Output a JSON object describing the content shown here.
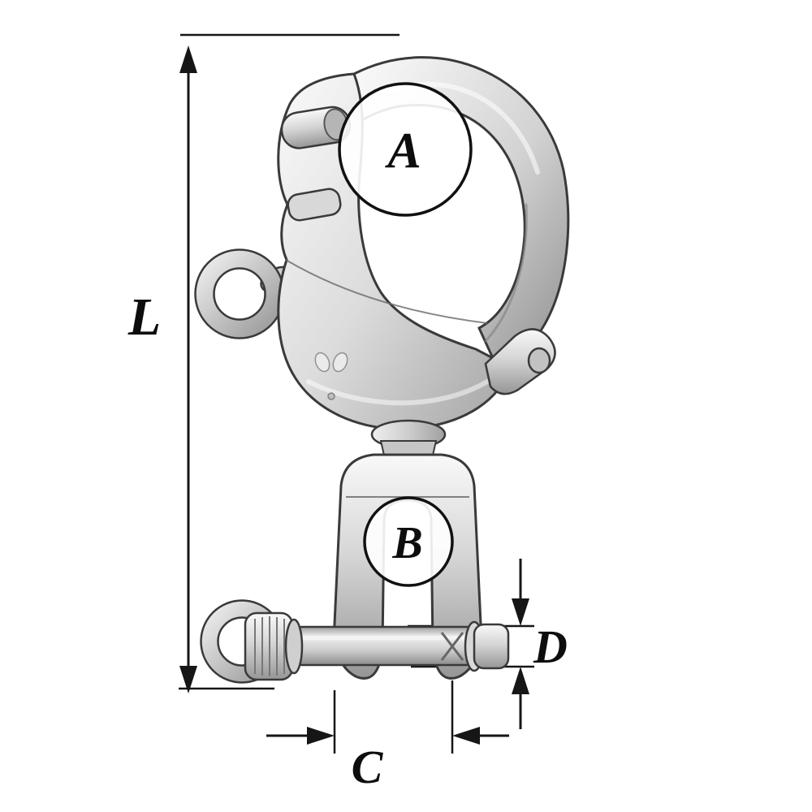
{
  "diagram": {
    "labels": {
      "length": "L",
      "callout_a": "A",
      "callout_b": "B",
      "width": "C",
      "diameter": "D"
    },
    "colors": {
      "background": "#ffffff",
      "dimension_line": "#161616",
      "outline": "#3a3a3a",
      "metal_light": "#f7f7f7",
      "metal_mid": "#c9c9c9",
      "metal_dark": "#8f8f8f"
    }
  }
}
